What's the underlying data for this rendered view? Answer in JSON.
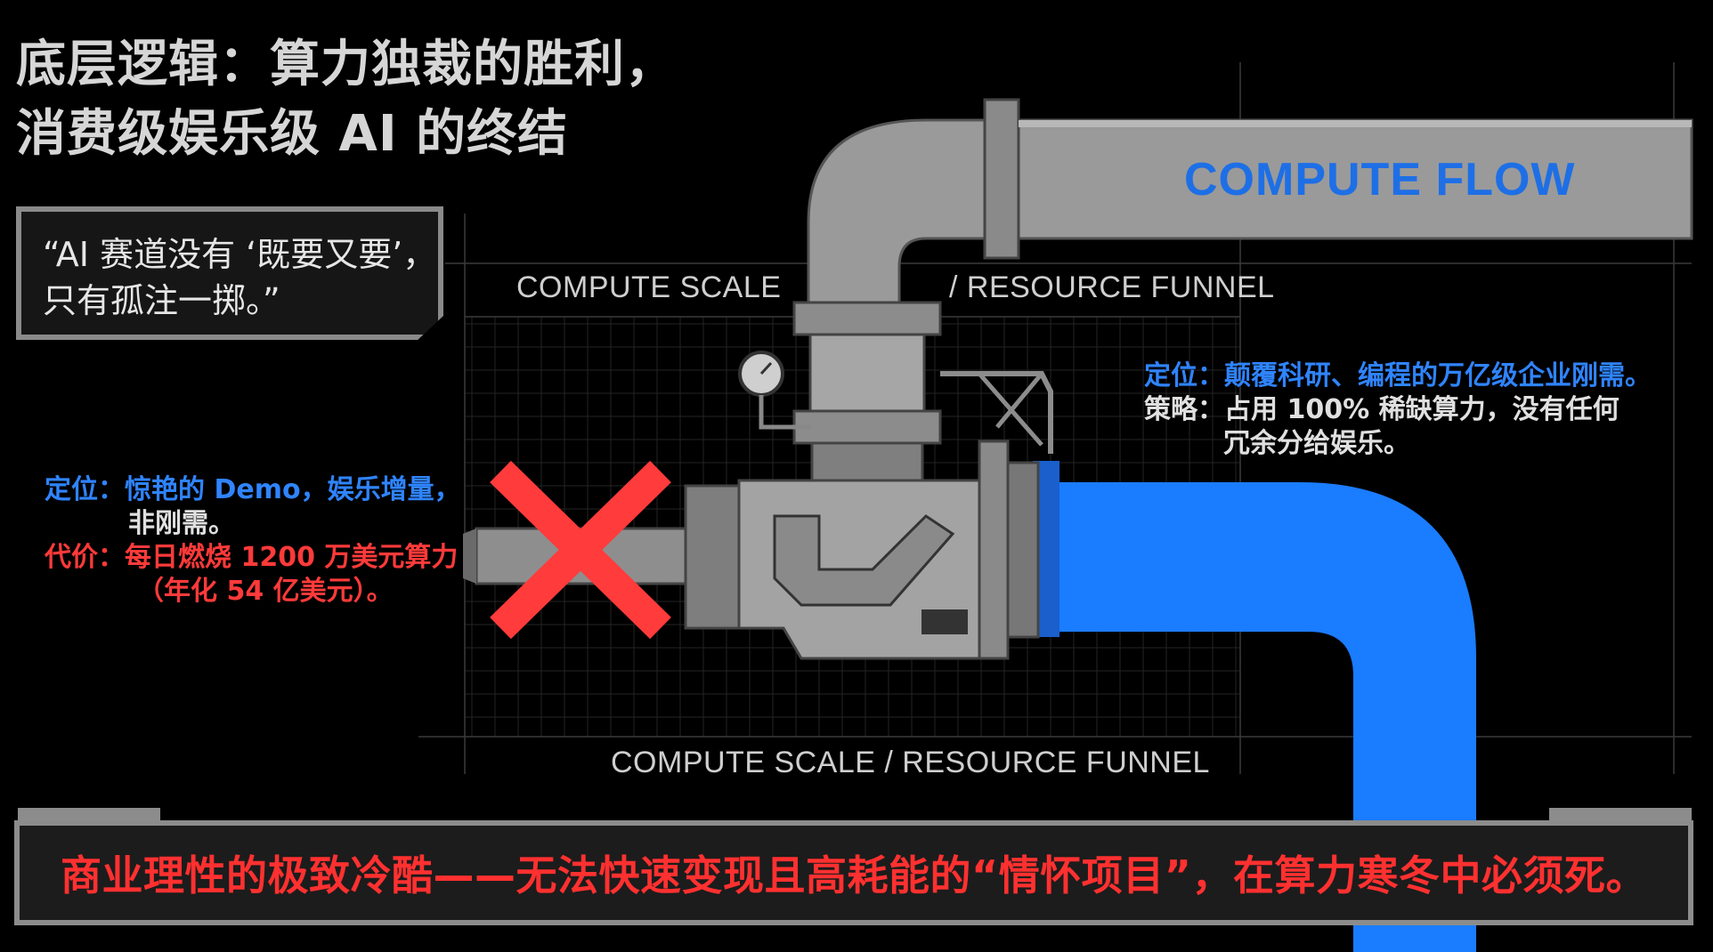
{
  "title": {
    "line1": "底层逻辑：算力独裁的胜利，",
    "line2": "消费级娱乐级 AI 的终结"
  },
  "quote": {
    "line1": "“AI 赛道没有 ‘既要又要’，",
    "line2": "只有孤注一掷。”"
  },
  "diagram": {
    "compute_flow": "COMPUTE FLOW",
    "scale_label_left": "COMPUTE SCALE",
    "scale_label_right": "/ RESOURCE FUNNEL",
    "scale_label_bottom": "COMPUTE SCALE / RESOURCE FUNNEL",
    "blocked_pipe_mark": "cross-icon",
    "colors": {
      "flow_blue": "#1a7cff",
      "blocked_red": "#ff3b3b",
      "pipe_gray": "#9a9a9a"
    }
  },
  "left_note": {
    "position_label": "定位：",
    "position_text": "惊艳的 Demo，娱乐增量，",
    "position_text2": "非刚需。",
    "cost_label": "代价：",
    "cost_text": "每日燃烧 1200 万美元算力",
    "cost_text2": "（年化 54 亿美元）。"
  },
  "right_note": {
    "position_label": "定位：",
    "position_text": "颠覆科研、编程的万亿级企业刚需。",
    "strategy_label": "策略：",
    "strategy_text": "占用 100% 稀缺算力，没有任何",
    "strategy_text2": "冗余分给娱乐。"
  },
  "banner": {
    "text": "商业理性的极致冷酷——无法快速变现且高耗能的“情怀项目”，在算力寒冬中必须死。"
  }
}
